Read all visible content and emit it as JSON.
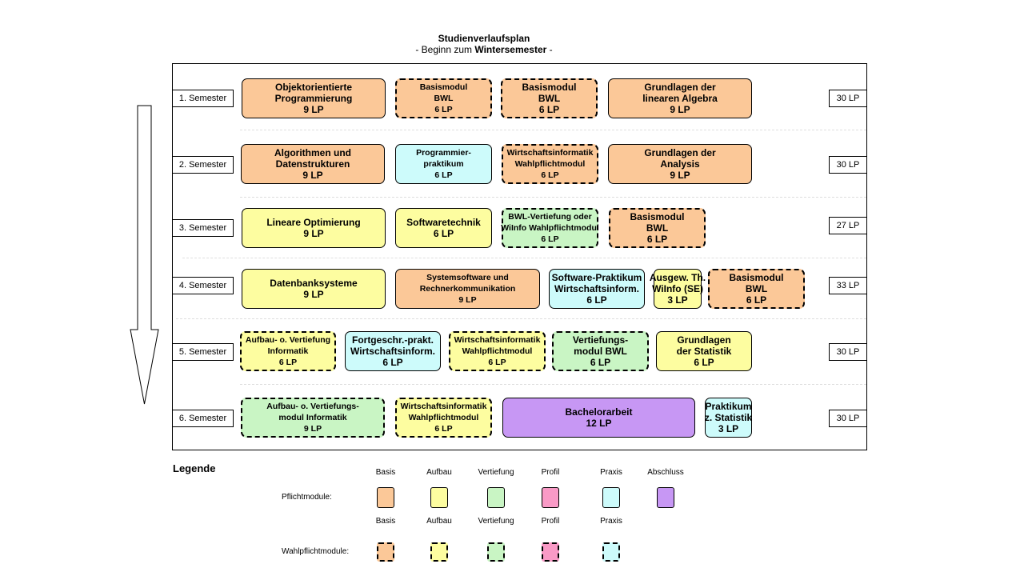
{
  "header": {
    "title": "Studienverlaufsplan",
    "subtitle_prefix": "- Beginn zum ",
    "subtitle_bold": "Wintersemester",
    "subtitle_suffix": " -"
  },
  "colors": {
    "basis": "#fbc898",
    "aufbau": "#fdfda0",
    "vertiefung": "#c9f5c4",
    "profil": "#f99ac6",
    "praxis": "#cdfbfb",
    "abschluss": "#c797f4"
  },
  "semesters": [
    {
      "label": "1. Semester",
      "lp": "30 LP",
      "modules": [
        {
          "lines": [
            "Objektorientierte",
            "Programmierung",
            "9 LP"
          ],
          "category": "basis",
          "elective": false
        },
        {
          "lines": [
            "Basismodul",
            "BWL",
            "6 LP"
          ],
          "category": "basis",
          "elective": true
        },
        {
          "lines": [
            "Basismodul",
            "BWL",
            "6 LP"
          ],
          "category": "basis",
          "elective": true
        },
        {
          "lines": [
            "Grundlagen  der",
            "linearen Algebra",
            "9 LP"
          ],
          "category": "basis",
          "elective": false
        }
      ]
    },
    {
      "label": "2. Semester",
      "lp": "30 LP",
      "modules": [
        {
          "lines": [
            "Algorithmen  und",
            "Datenstrukturen",
            "9 LP"
          ],
          "category": "basis",
          "elective": false
        },
        {
          "lines": [
            "Programmier-",
            "praktikum",
            "6 LP"
          ],
          "category": "praxis",
          "elective": false
        },
        {
          "lines": [
            "Wirtschaftsinformatik",
            "Wahlpflichtmodul",
            "6 LP"
          ],
          "category": "basis",
          "elective": true
        },
        {
          "lines": [
            "Grundlagen  der",
            "Analysis",
            "9 LP"
          ],
          "category": "basis",
          "elective": false
        }
      ]
    },
    {
      "label": "3. Semester",
      "lp": "27 LP",
      "modules": [
        {
          "lines": [
            "Lineare Optimierung",
            "9 LP"
          ],
          "category": "aufbau",
          "elective": false
        },
        {
          "lines": [
            "Softwaretechnik",
            "6 LP"
          ],
          "category": "aufbau",
          "elective": false
        },
        {
          "lines": [
            "BWL-Vertiefung oder",
            "WiInfo Wahlpflichtmodul",
            "6 LP"
          ],
          "category": "vertiefung",
          "elective": true
        },
        {
          "lines": [
            "Basismodul",
            "BWL",
            "6 LP"
          ],
          "category": "basis",
          "elective": true
        }
      ]
    },
    {
      "label": "4. Semester",
      "lp": "33 LP",
      "modules": [
        {
          "lines": [
            "Datenbanksysteme",
            "9 LP"
          ],
          "category": "aufbau",
          "elective": false
        },
        {
          "lines": [
            "Systemsoftware und",
            "Rechnerkommunikation",
            "9 LP"
          ],
          "category": "basis",
          "elective": false
        },
        {
          "lines": [
            "Software-Praktikum",
            "Wirtschaftsinform.",
            "6 LP"
          ],
          "category": "praxis",
          "elective": false
        },
        {
          "lines": [
            "Ausgew. Th.",
            "WiInfo (SE)",
            "3 LP"
          ],
          "category": "aufbau",
          "elective": false
        },
        {
          "lines": [
            "Basismodul",
            "BWL",
            "6 LP"
          ],
          "category": "basis",
          "elective": true
        }
      ]
    },
    {
      "label": "5. Semester",
      "lp": "30 LP",
      "modules": [
        {
          "lines": [
            "Aufbau-  o. Vertiefung",
            "Informatik",
            "6 LP"
          ],
          "category": "aufbau",
          "elective": true
        },
        {
          "lines": [
            "Fortgeschr.-prakt.",
            "Wirtschaftsinform.",
            "6 LP"
          ],
          "category": "praxis",
          "elective": false
        },
        {
          "lines": [
            "Wirtschaftsinformatik",
            "Wahlpflichtmodul",
            "6 LP"
          ],
          "category": "aufbau",
          "elective": true
        },
        {
          "lines": [
            "Vertiefungs-",
            "modul BWL",
            "6 LP"
          ],
          "category": "vertiefung",
          "elective": true
        },
        {
          "lines": [
            "Grundlagen",
            "der Statistik",
            "6 LP"
          ],
          "category": "aufbau",
          "elective": false
        }
      ]
    },
    {
      "label": "6. Semester",
      "lp": "30 LP",
      "modules": [
        {
          "lines": [
            "Aufbau-  o. Vertiefungs-",
            "modul Informatik",
            "9 LP"
          ],
          "category": "vertiefung",
          "elective": true
        },
        {
          "lines": [
            "Wirtschaftsinformatik",
            "Wahlpflichtmodul",
            "6 LP"
          ],
          "category": "aufbau",
          "elective": true
        },
        {
          "lines": [
            "Bachelorarbeit",
            "12 LP"
          ],
          "category": "abschluss",
          "elective": false
        },
        {
          "lines": [
            "Praktikum",
            "z. Statistik",
            "3 LP"
          ],
          "category": "praxis",
          "elective": false
        }
      ]
    }
  ],
  "legend": {
    "title": "Legende",
    "pflicht_label": "Pflichtmodule:",
    "wahlpflicht_label": "Wahlpflichtmodule:",
    "pflicht_columns": [
      {
        "name": "Basis",
        "category": "basis"
      },
      {
        "name": "Aufbau",
        "category": "aufbau"
      },
      {
        "name": "Vertiefung",
        "category": "vertiefung"
      },
      {
        "name": "Profil",
        "category": "profil"
      },
      {
        "name": "Praxis",
        "category": "praxis"
      },
      {
        "name": "Abschluss",
        "category": "abschluss"
      }
    ],
    "wahlpflicht_columns": [
      {
        "name": "Basis",
        "category": "basis"
      },
      {
        "name": "Aufbau",
        "category": "aufbau"
      },
      {
        "name": "Vertiefung",
        "category": "vertiefung"
      },
      {
        "name": "Profil",
        "category": "profil"
      },
      {
        "name": "Praxis",
        "category": "praxis"
      }
    ]
  }
}
